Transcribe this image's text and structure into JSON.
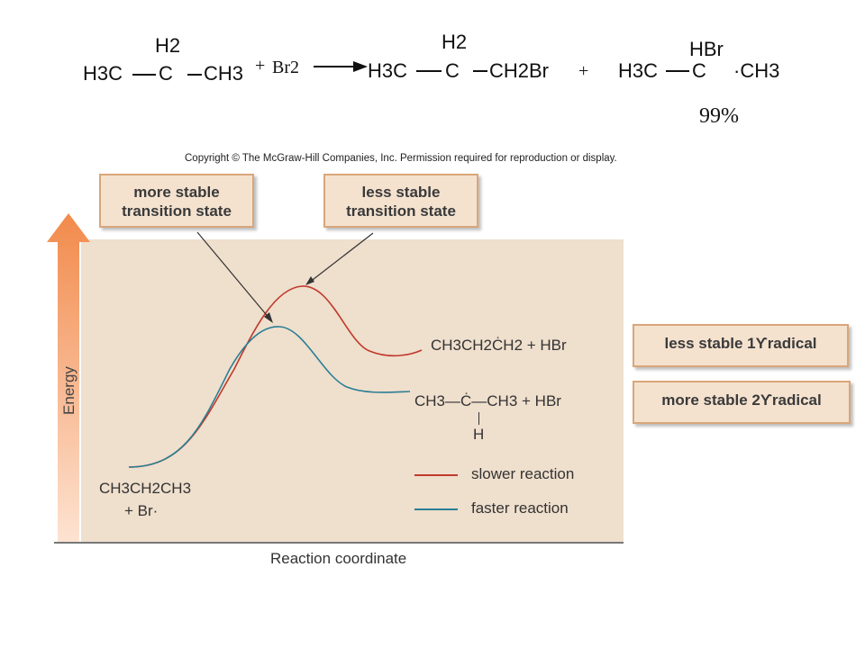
{
  "equation": {
    "plus": "+",
    "reactant": {
      "h2": "H2",
      "left": "H3C",
      "center": "C",
      "right": "CH3"
    },
    "br2": "Br2",
    "product1": {
      "h2": "H2",
      "left": "H3C",
      "center": "C",
      "right": "CH2Br"
    },
    "product2": {
      "top": "HBr",
      "left": "H3C",
      "center": "C",
      "right": "·CH3"
    },
    "yield": "99%"
  },
  "copyright": "Copyright © The McGraw-Hill Companies, Inc. Permission required for reproduction or display.",
  "callouts": {
    "more_stable_ts": [
      "more stable",
      "transition state"
    ],
    "less_stable_ts": [
      "less stable",
      "transition state"
    ],
    "less_stable_radical": "less stable 1ϒradical",
    "more_stable_radical": "more stable 2ϒradical"
  },
  "axes": {
    "y_label": "Energy",
    "x_label": "Reaction coordinate"
  },
  "species": {
    "reactants_line1": "CH3CH2CH3",
    "reactants_line2": "+  Br·",
    "primary_product": "CH3CH2ĊH2   +   HBr",
    "secondary_product": "CH3—Ċ—CH3   +   HBr",
    "secondary_h": "H"
  },
  "legend": {
    "slower": "slower reaction",
    "faster": "faster reaction"
  },
  "colors": {
    "panel_bg": "#efdfcd",
    "slower_curve": "#c0392b",
    "faster_curve": "#2a7f95",
    "arrow_orange": "#f28a4b"
  }
}
